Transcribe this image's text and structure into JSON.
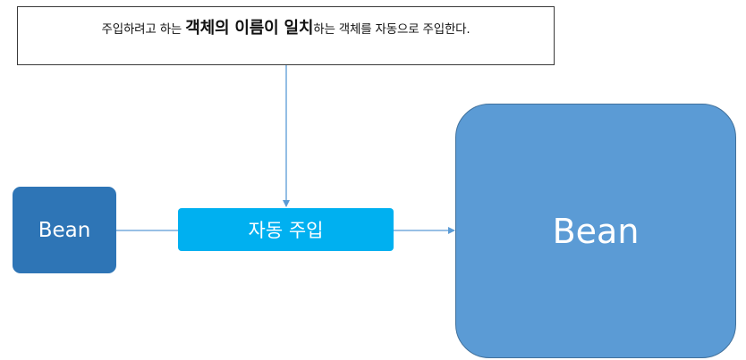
{
  "note": {
    "before": "주입하려고 하는 ",
    "emphasis": "객체의 이름이 일치",
    "after": "하는 객체를 자동으로 주입한다."
  },
  "nodes": {
    "source": "Bean",
    "process": "자동 주입",
    "target": "Bean"
  },
  "colors": {
    "source_fill": "#2e75b6",
    "process_fill": "#00b0f0",
    "target_fill": "#5b9bd5",
    "connector": "#5b9bd5"
  }
}
